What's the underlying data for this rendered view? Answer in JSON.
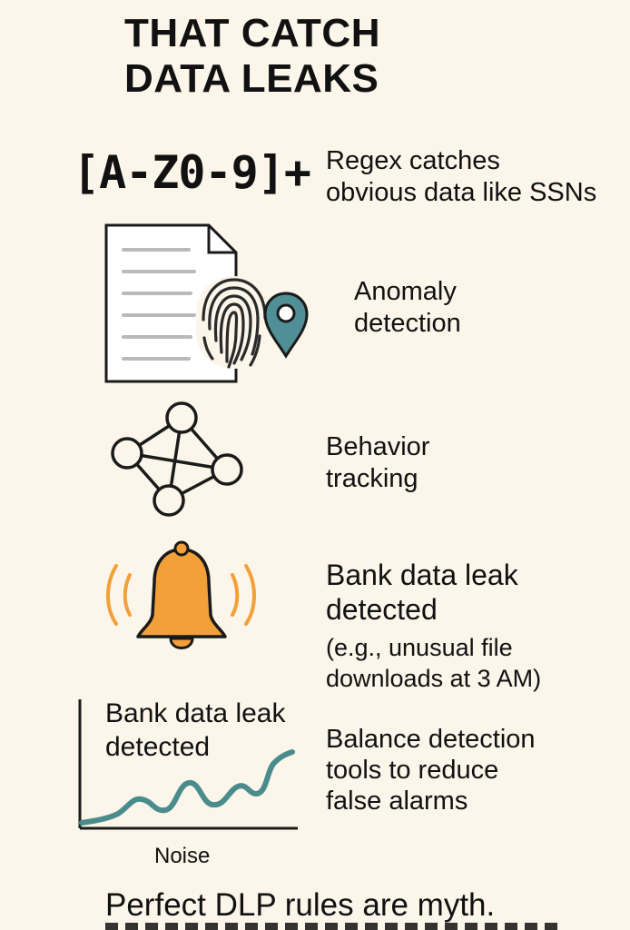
{
  "title": {
    "line1": "THAT CATCH",
    "line2": "DATA LEAKS"
  },
  "regex": {
    "code": "[A-Z0-9]+",
    "caption_line1": "Regex catches",
    "caption_line2": "obvious data like SSNs"
  },
  "anomaly": {
    "line1": "Anomaly",
    "line2": "detection"
  },
  "behavior": {
    "line1": "Behavior",
    "line2": "tracking"
  },
  "alert": {
    "line1": "Bank data leak",
    "line2": "detected",
    "note_line1": "(e.g., unusual file",
    "note_line2": "downloads at 3 AM)"
  },
  "chart": {
    "label_line1": "Bank data leak",
    "label_line2": "detected",
    "xlabel": "Noise",
    "line_color": "#4a8c8c"
  },
  "balance": {
    "line1": "Balance detection",
    "line2": "tools to reduce",
    "line3": "false alarms"
  },
  "footer": {
    "text": "Perfect DLP rules are myth."
  },
  "colors": {
    "background": "#fbf5ea",
    "teal": "#4f8f95",
    "bell": "#f3a03a",
    "bell_outline": "#1a1a1a"
  },
  "icons": [
    "document-icon",
    "fingerprint-icon",
    "location-pin-icon",
    "network-icon",
    "bell-icon",
    "line-chart-icon"
  ]
}
